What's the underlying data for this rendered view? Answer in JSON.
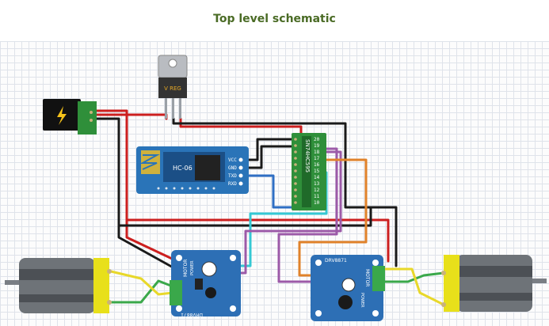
{
  "title": "Top level schematic",
  "colors": {
    "title": "#4a6b25",
    "wire_red": "#cc1f1f",
    "wire_black": "#1a1a1a",
    "wire_blue": "#2f6fc4",
    "wire_cyan": "#35c8d4",
    "wire_purple": "#9c5aa8",
    "wire_orange": "#e0822a",
    "wire_green": "#3aa84a",
    "wire_yellow": "#e8d82a",
    "board_blue": "#2d6fb5",
    "board_green": "#2f8f3a",
    "motor_yellow": "#e8e01a"
  },
  "bluetooth": {
    "model": "HC-06",
    "pins": [
      "VCC",
      "GND",
      "TXD",
      "RXD"
    ]
  },
  "shift_register": {
    "label": "SN74HC595",
    "pins": [
      "20",
      "19",
      "18",
      "17",
      "16",
      "15",
      "14",
      "13",
      "12",
      "11",
      "10"
    ]
  },
  "regulator": {
    "label": "V REG"
  },
  "motor_driver_left": {
    "label": "DRV8871",
    "silk": "MOTOR",
    "power": "POWER"
  },
  "motor_driver_right": {
    "label": "DRV8871",
    "silk": "MOTOR",
    "power": "POWER"
  },
  "icons": [
    "dc-jack-icon",
    "lightning-icon",
    "voltage-regulator-icon",
    "bluetooth-module-icon",
    "motor-icon"
  ]
}
